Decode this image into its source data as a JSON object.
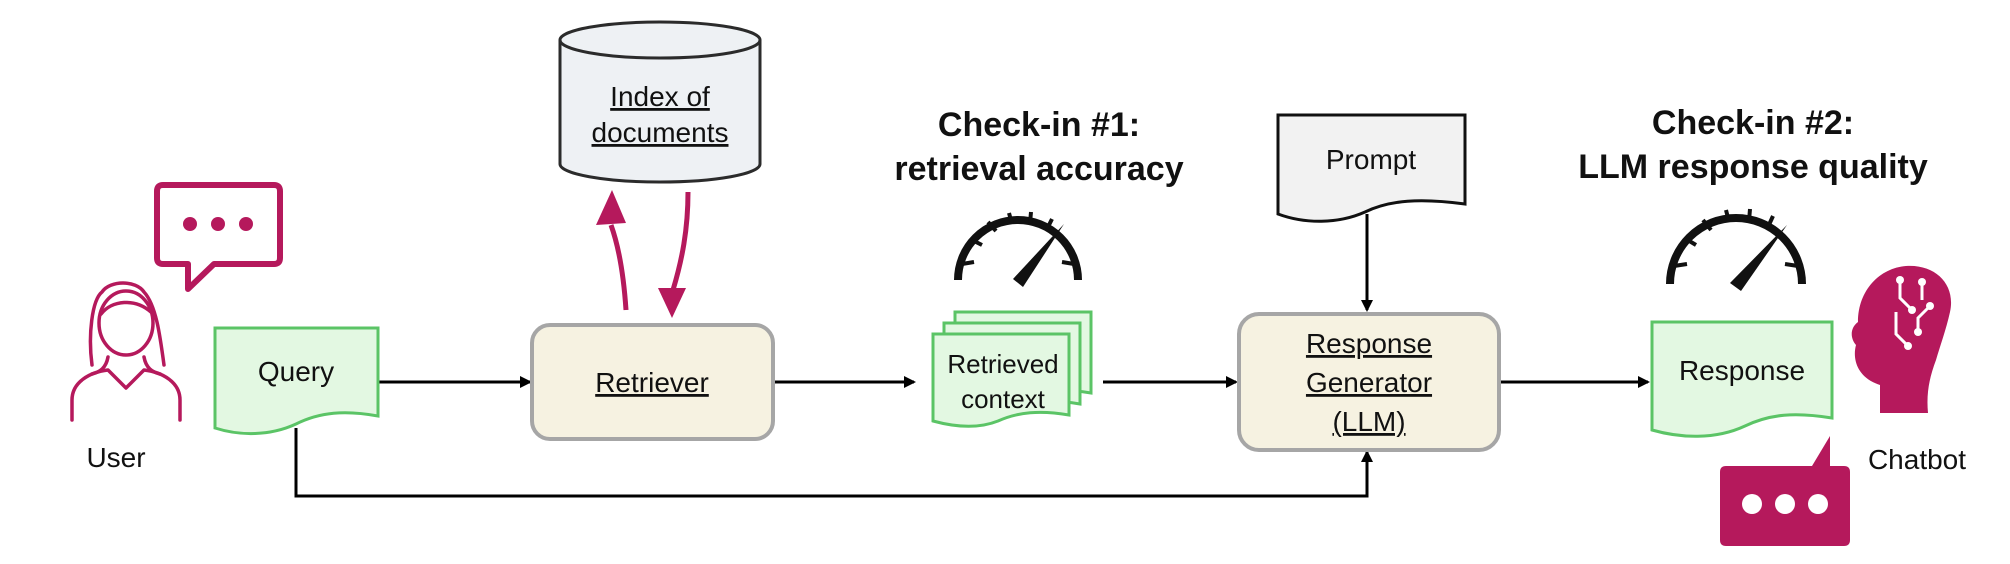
{
  "nodes": {
    "user_label": "User",
    "query": "Query",
    "retriever": "Retriever",
    "index_line1": "Index of",
    "index_line2": "documents",
    "retrieved_line1": "Retrieved",
    "retrieved_line2": "context",
    "prompt": "Prompt",
    "generator_line1": "Response",
    "generator_line2": "Generator",
    "generator_line3": "(LLM)",
    "response": "Response",
    "chatbot_label": "Chatbot"
  },
  "checkins": {
    "first_line1": "Check-in #1:",
    "first_line2": "retrieval accuracy",
    "second_line1": "Check-in #2:",
    "second_line2": "LLM response quality"
  },
  "colors": {
    "accent": "#b5195c",
    "green_stroke": "#5bc466",
    "green_fill": "#e3f8e2",
    "box_fill": "#f6f2e1",
    "box_stroke": "#a6a6a6",
    "cyl_fill": "#eef1f4",
    "prompt_fill": "#f2f2f2"
  },
  "icons": [
    "speech-bubble-icon",
    "user-icon",
    "gauge-icon",
    "ai-head-icon",
    "chat-icon"
  ]
}
